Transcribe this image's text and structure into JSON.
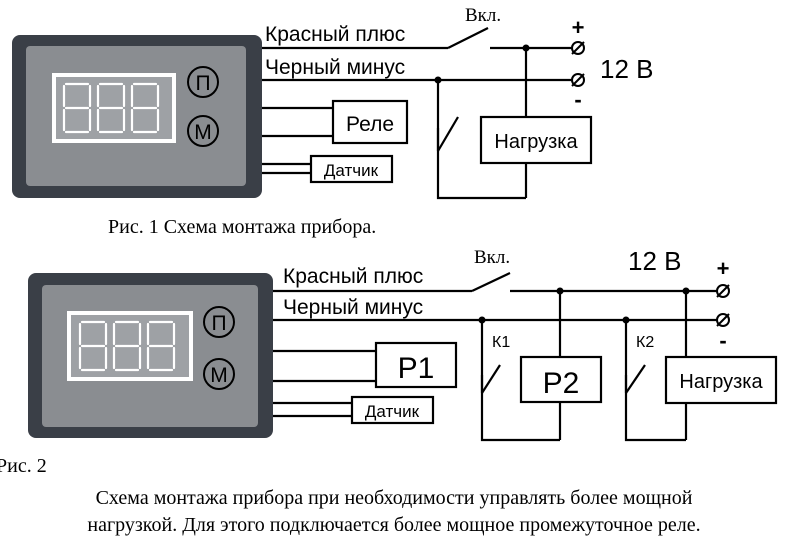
{
  "fig1": {
    "display": "888",
    "button_p": "П",
    "button_m": "М",
    "wire_red": "Красный плюс",
    "wire_black": "Черный минус",
    "switch": "Вкл.",
    "plus": "+",
    "minus": "-",
    "voltage": "12 В",
    "relay": "Реле",
    "load": "Нагрузка",
    "sensor": "Датчик",
    "caption": "Рис. 1  Схема монтажа прибора."
  },
  "fig2": {
    "display": "888",
    "button_p": "П",
    "button_m": "М",
    "wire_red": "Красный плюс",
    "wire_black": "Черный минус",
    "switch": "Вкл.",
    "voltage": "12 В",
    "plus": "+",
    "minus": "-",
    "k1": "К1",
    "k2": "К2",
    "p1": "Р1",
    "p2": "Р2",
    "load": "Нагрузка",
    "sensor": "Датчик",
    "caption": "Рис. 2"
  },
  "description": {
    "line1": "Схема монтажа прибора при необходимости управлять более мощной",
    "line2": "нагрузкой. Для этого подключается более мощное промежуточное реле."
  }
}
